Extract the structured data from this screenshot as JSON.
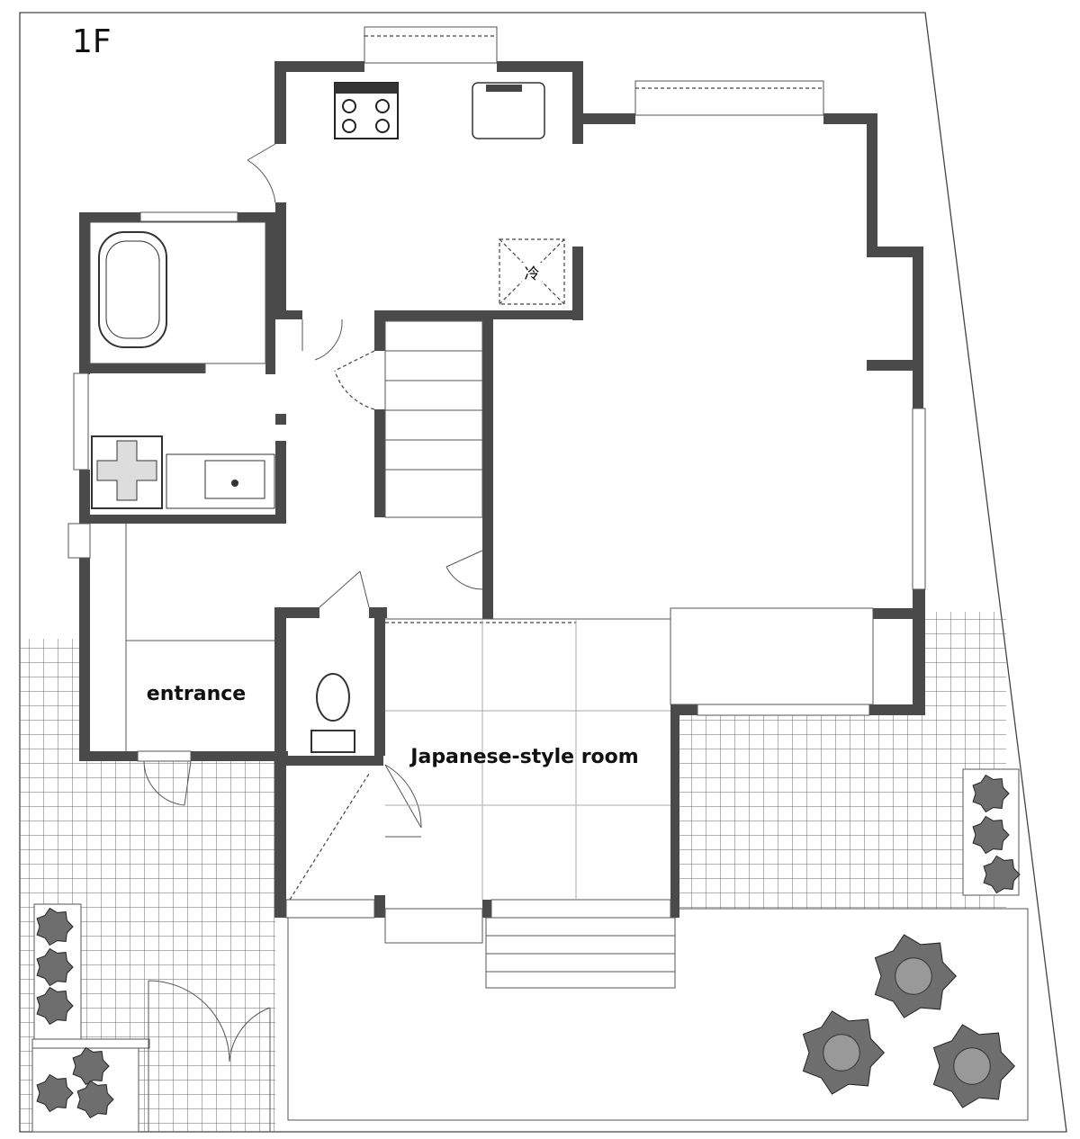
{
  "floor_label": "1F",
  "rooms": {
    "entrance": "entrance",
    "japanese_room": "Japanese-style room"
  },
  "fixtures": {
    "refrigerator_symbol": "冷"
  },
  "colors": {
    "wall": "#4a4a4a",
    "line": "#555555",
    "plant": "#6e6e6e"
  }
}
